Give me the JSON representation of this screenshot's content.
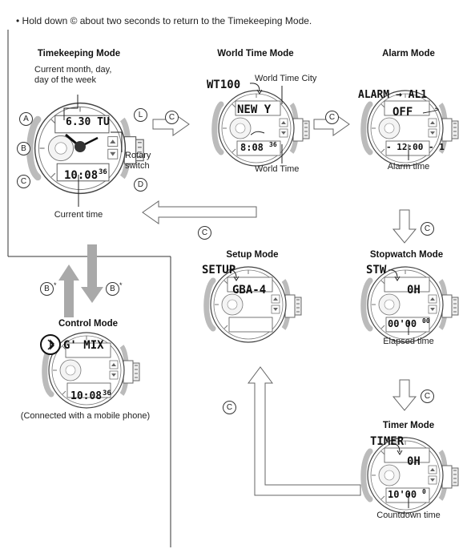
{
  "note": "• Hold down © about two seconds to return to the Timekeeping Mode.",
  "modes": {
    "timekeeping": {
      "title": "Timekeeping Mode",
      "desc_line1": "Current month, day,",
      "desc_line2": "day of the week",
      "lcd_top": "6.30 TU",
      "lcd_bottom": "10:08",
      "lcd_bottom_sec": "36",
      "label_bottom": "Current time",
      "rotary_line1": "Rotary",
      "rotary_line2": "switch",
      "button_a": "A",
      "button_b": "B",
      "button_c": "C",
      "button_d": "D",
      "button_l": "L"
    },
    "world_time": {
      "title": "World Time Mode",
      "lcd_code": "WT100",
      "lcd_top": "NEW Y",
      "lcd_bottom": "8:08",
      "lcd_bottom_sec": "36",
      "label_city": "World Time City",
      "label_bottom": "World Time"
    },
    "alarm": {
      "title": "Alarm Mode",
      "lcd_code": "ALARM → AL1",
      "lcd_top": "OFF",
      "lcd_bottom": "- 12:00 - 1",
      "label_bottom": "Alarm time"
    },
    "stopwatch": {
      "title": "Stopwatch Mode",
      "lcd_code": "STW",
      "lcd_top": "0H",
      "lcd_bottom": "00'00",
      "lcd_bottom_sec": "00",
      "label_bottom": "Elapsed time"
    },
    "timer": {
      "title": "Timer Mode",
      "lcd_code": "TIMER",
      "lcd_top": "0H",
      "lcd_bottom": "10'00",
      "lcd_bottom_sec": "0",
      "label_bottom": "Countdown time"
    },
    "setup": {
      "title": "Setup Mode",
      "lcd_code": "SETUP",
      "lcd_top": "GBA-4"
    },
    "control": {
      "title": "Control Mode",
      "lcd_top": "G' MIX",
      "lcd_bottom": "10:08",
      "lcd_bottom_sec": "36",
      "label_bottom": "(Connected with a mobile phone)"
    }
  },
  "arrows": {
    "c_label": "C",
    "b_label": "B",
    "b_suffix": "*"
  },
  "colors": {
    "arrow_gray": "#a9a9a9",
    "line": "#333333"
  }
}
